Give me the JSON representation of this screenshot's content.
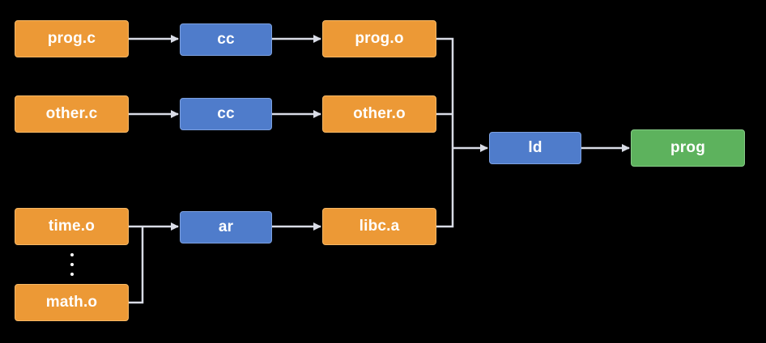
{
  "diagram": {
    "files": {
      "prog_c": "prog.c",
      "other_c": "other.c",
      "time_o": "time.o",
      "math_o": "math.o"
    },
    "tools": {
      "cc_1": "cc",
      "cc_2": "cc",
      "ar": "ar",
      "ld": "ld"
    },
    "objects": {
      "prog_o": "prog.o",
      "other_o": "other.o",
      "libc_a": "libc.a"
    },
    "output": {
      "prog": "prog"
    },
    "colors": {
      "background": "#000000",
      "file_node": "#EC9936",
      "tool_node": "#4F7CCB",
      "output_node": "#5DB25D",
      "connector": "#D9DCE6"
    },
    "edges": [
      {
        "from": "prog.c",
        "to": "cc"
      },
      {
        "from": "cc",
        "to": "prog.o"
      },
      {
        "from": "other.c",
        "to": "cc"
      },
      {
        "from": "cc",
        "to": "other.o"
      },
      {
        "from": "time.o",
        "to": "ar"
      },
      {
        "from": "math.o",
        "to": "ar"
      },
      {
        "from": "ar",
        "to": "libc.a"
      },
      {
        "from": "prog.o",
        "to": "ld"
      },
      {
        "from": "other.o",
        "to": "ld"
      },
      {
        "from": "libc.a",
        "to": "ld"
      },
      {
        "from": "ld",
        "to": "prog"
      }
    ]
  }
}
